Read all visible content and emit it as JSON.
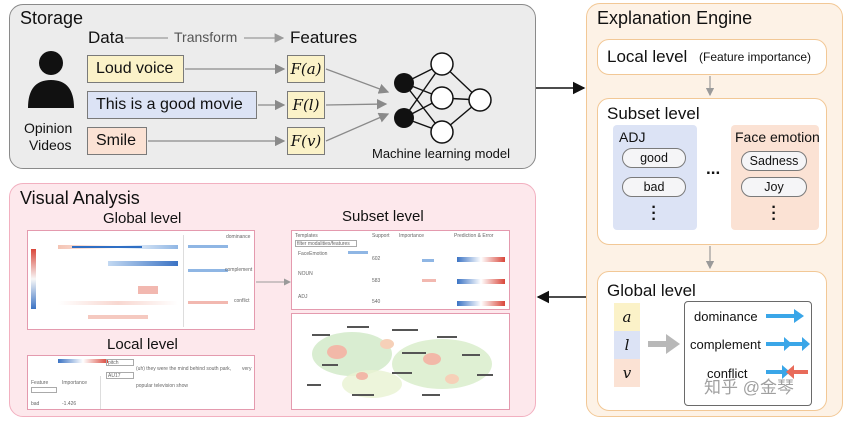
{
  "storage": {
    "title": "Storage",
    "data_label": "Data",
    "transform_label": "Transform",
    "features_label": "Features",
    "source_label_line1": "Opinion",
    "source_label_line2": "Videos",
    "data_items": [
      "Loud voice",
      "This is  a good movie",
      "Smile"
    ],
    "data_colors": [
      "#fbf2c8",
      "#dce3f5",
      "#fbe2d4"
    ],
    "features": [
      "F(a)",
      "F(l)",
      "F(v)"
    ],
    "model_label": "Machine learning model"
  },
  "engine": {
    "title": "Explanation Engine",
    "local_label": "Local level",
    "local_note": "(Feature importance)",
    "subset_label": "Subset level",
    "subset_groups": [
      {
        "name": "ADJ",
        "items": [
          "good",
          "bad"
        ]
      },
      {
        "name": "Face emotion",
        "items": [
          "Sadness",
          "Joy"
        ]
      }
    ],
    "ellipsis": "...",
    "global_label": "Global level",
    "global_features": [
      "a",
      "l",
      "v"
    ],
    "relations": [
      "dominance",
      "complement",
      "conflict"
    ]
  },
  "visual": {
    "title": "Visual Analysis",
    "global_label": "Global level",
    "subset_label": "Subset level",
    "local_label": "Local level",
    "mini": {
      "global_legend": [
        "dominance",
        "complement",
        "conflict"
      ],
      "subset_headers": [
        "Templates",
        "Support",
        "Importance",
        "Prediction & Error"
      ],
      "subset_filter_placeholder": "filter modalities/features",
      "subset_rows": [
        {
          "name": "FaceEmotion",
          "support": "602"
        },
        {
          "name": "NOUN",
          "support": "583"
        },
        {
          "name": "ADJ",
          "support": "540"
        }
      ],
      "local_headers": [
        "Feature",
        "Importance"
      ],
      "local_value": "-1.426",
      "local_word": "bad",
      "local_selects": [
        "pitch",
        "AU17"
      ],
      "local_text_1": "(uh) they were the mind behind south park,",
      "local_text_2": "popular television show",
      "local_text_3": "very"
    }
  },
  "watermark": "知乎 @金琴",
  "colors": {
    "storage_bg": "#ececec",
    "engine_bg": "#fdf2e6",
    "engine_border": "#f2c896",
    "visual_bg": "#fde8ec",
    "visual_border": "#f2b0c0",
    "arrow_blue": "#3aa6e8",
    "arrow_red": "#e86b5a"
  }
}
